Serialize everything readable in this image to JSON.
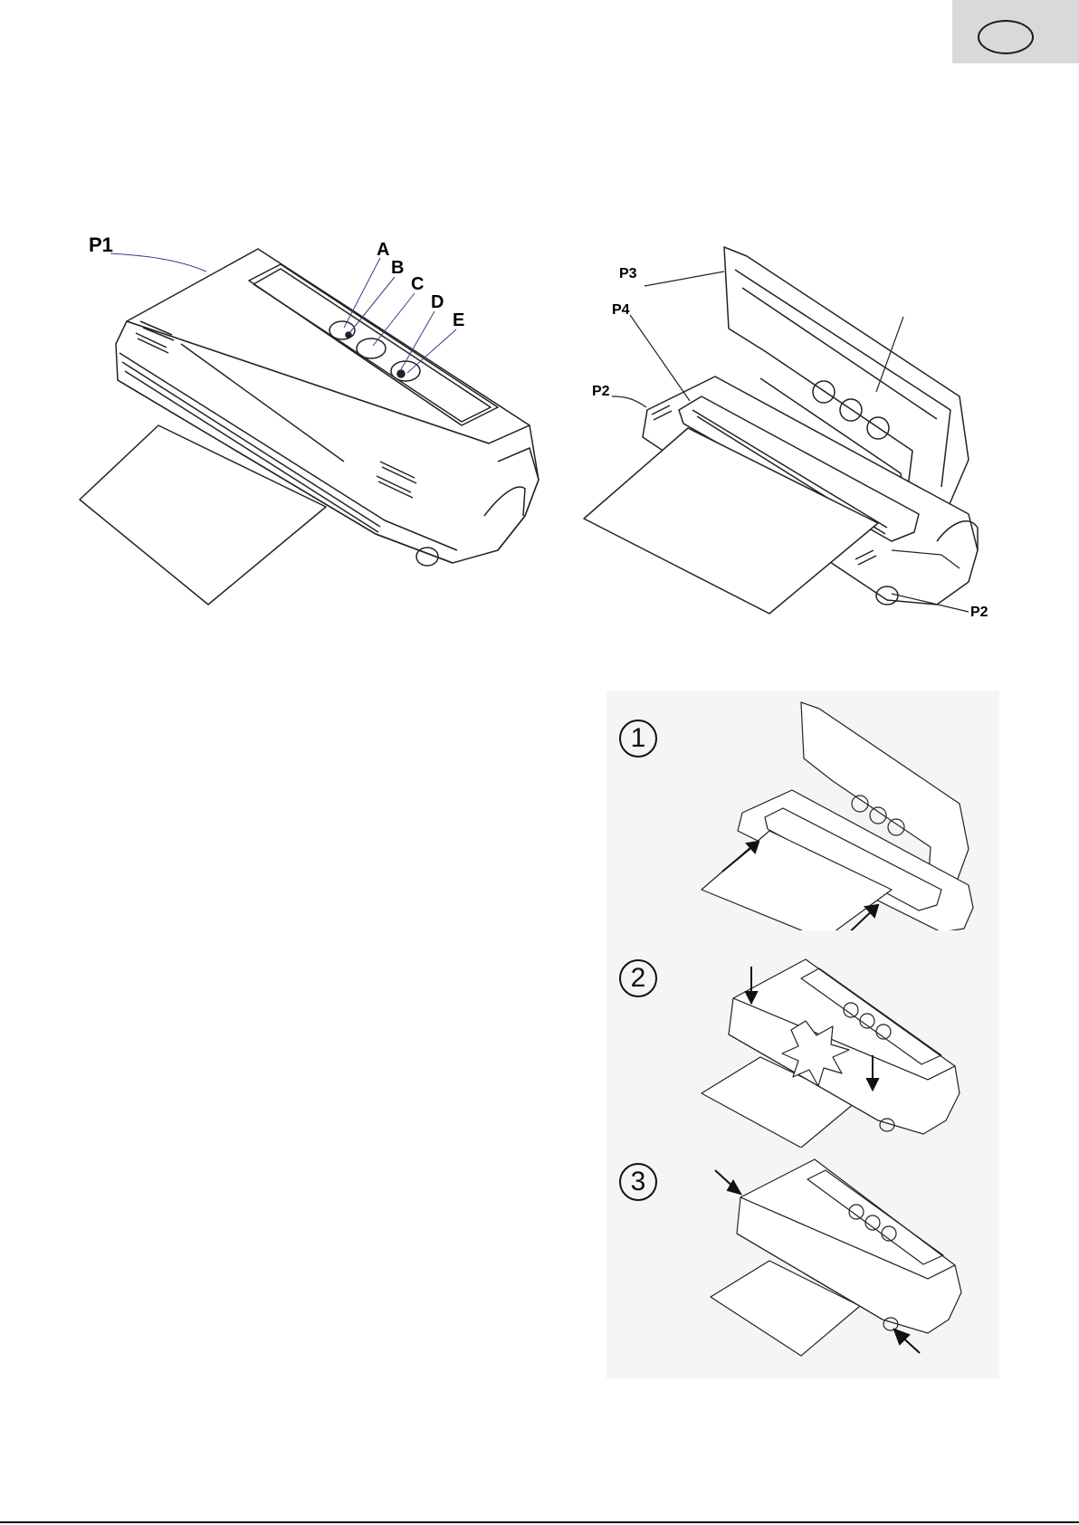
{
  "language_tab": {
    "oval": ""
  },
  "figure_closed": {
    "labels": {
      "p1": "P1",
      "a": "A",
      "b": "B",
      "c": "C",
      "d": "D",
      "e": "E"
    }
  },
  "figure_open": {
    "labels": {
      "p3": "P3",
      "p4": "P4",
      "p2_left": "P2",
      "p2_right": "P2"
    }
  },
  "steps": [
    {
      "number": "1"
    },
    {
      "number": "2"
    },
    {
      "number": "3"
    }
  ]
}
